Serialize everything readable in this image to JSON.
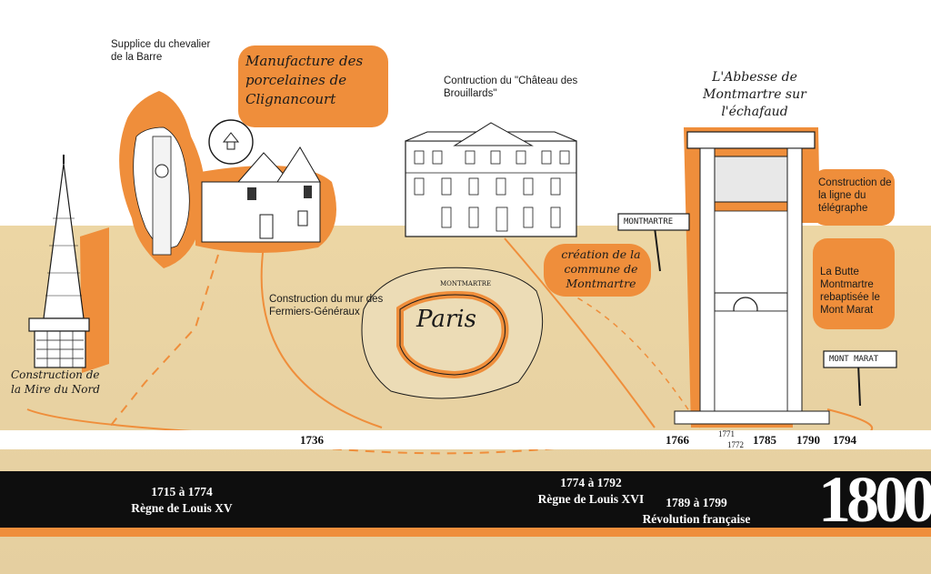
{
  "events": {
    "barre": "Supplice du chevalier de la Barre",
    "manufacture": "Manufacture des porcelaines de Clignancourt",
    "chateau": "Contruction du \"Château des Brouillards\"",
    "abbesse": "L'Abbesse de Montmartre sur l'échafaud",
    "telegraphe": "Construction de la ligne du télégraphe",
    "marat": "La Butte Montmartre rebaptisée le Mont Marat",
    "commune": "création de la commune de Montmartre",
    "mur": "Construction du mur des Fermiers-Généraux",
    "mire": "Construction de la Mire du Nord"
  },
  "signs": {
    "montmartre": "MONTMARTRE",
    "paris_label": "MONTMARTRE",
    "paris": "Paris",
    "mont_marat": "MONT MARAT"
  },
  "timeline": {
    "ticks": [
      "1736",
      "1766",
      "1771",
      "1772",
      "1785",
      "1790",
      "1794"
    ]
  },
  "periods": {
    "louis15_dates": "1715 à 1774",
    "louis15_name": "Règne de Louis XV",
    "louis16_dates": "1774 à 1792",
    "louis16_name": "Règne de Louis XVI",
    "revolution_dates": "1789 à 1799",
    "revolution_name": "Révolution française"
  },
  "century": "1800",
  "colors": {
    "accent": "#ef8e3b",
    "band": "#0e0e0e",
    "ground": "#e9d3a3"
  }
}
